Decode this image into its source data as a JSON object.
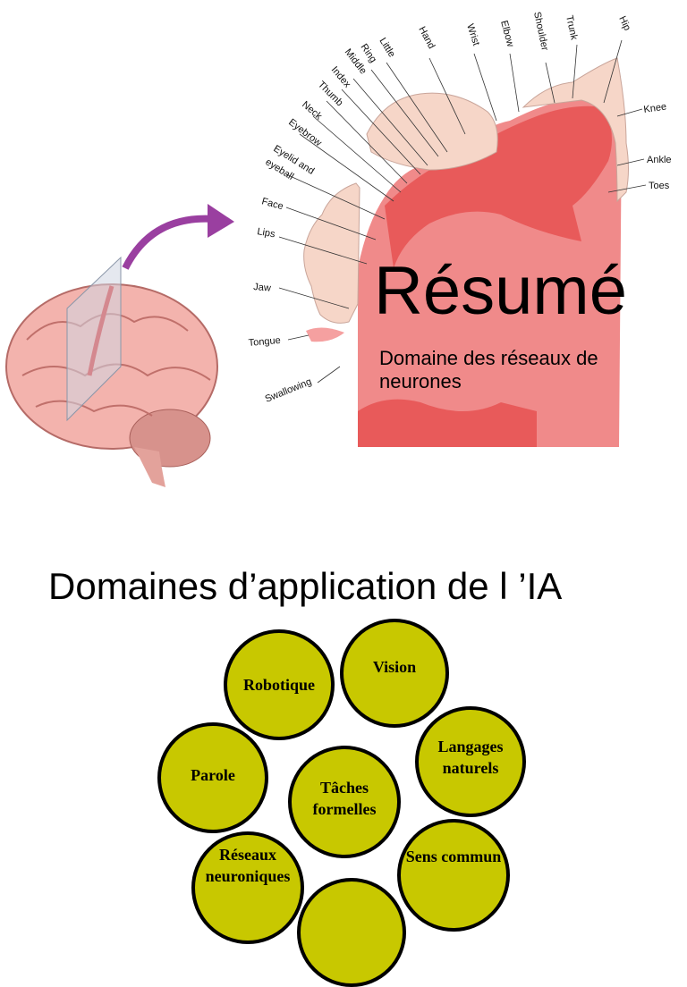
{
  "slide1": {
    "title": "Résumé",
    "subtitle": "Domaine des réseaux de neurones",
    "homunculus_labels": [
      "Hip",
      "Trunk",
      "Shoulder",
      "Elbow",
      "Wrist",
      "Hand",
      "Little",
      "Ring",
      "Middle",
      "Index",
      "Thumb",
      "Neck",
      "Eyebrow",
      "Eyelid and",
      "eyeball",
      "Face",
      "Lips",
      "Jaw",
      "Tongue",
      "Swallowing",
      "Knee",
      "Ankle",
      "Toes"
    ]
  },
  "slide2": {
    "title": "Domaines d’application de l ’IA",
    "circles": [
      "Robotique",
      "Vision",
      "Langages naturels",
      "Parole",
      "Tâches formelles",
      "Réseaux neuroniques",
      "Sens commun",
      ""
    ]
  },
  "colors": {
    "circle_fill": "#c8c800",
    "cortex": "#ef6b6b",
    "arrow": "#9a3fa0"
  }
}
